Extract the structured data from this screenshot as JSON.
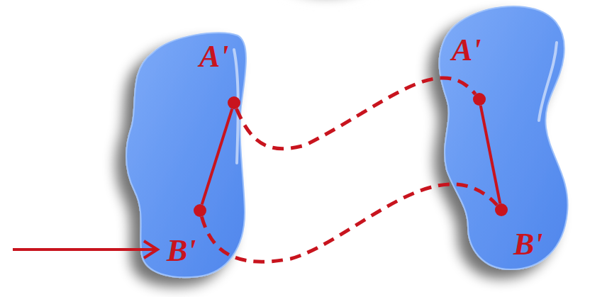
{
  "diagram": {
    "nodes": [
      {
        "text": [
          "A'"
        ]
      },
      {
        "text": [
          "B'"
        ]
      },
      {
        "text": [
          "A'"
        ]
      },
      {
        "text": [
          "B'"
        ]
      }
    ],
    "edges": [
      {
        "from": 0,
        "to": 1,
        "arrow": "none"
      },
      {
        "from": 2,
        "to": 3,
        "arrow": "none"
      },
      {
        "from": 0,
        "to": 2,
        "arrow": "none"
      },
      {
        "from": 1,
        "to": 3,
        "arrow": "none"
      }
    ]
  }
}
